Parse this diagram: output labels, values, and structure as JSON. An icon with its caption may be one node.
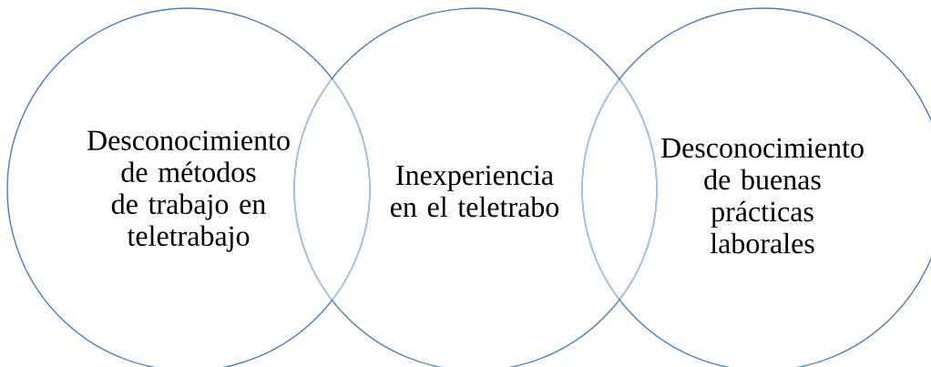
{
  "diagram": {
    "nodes": [
      {
        "text": [
          "Desconocimiento de métodos de trabajo en teletrabajo"
        ]
      },
      {
        "text": [
          "Inexperiencia en el teletrabo"
        ]
      },
      {
        "text": [
          "Desconocimiento de buenas prácticas laborales"
        ]
      }
    ]
  }
}
